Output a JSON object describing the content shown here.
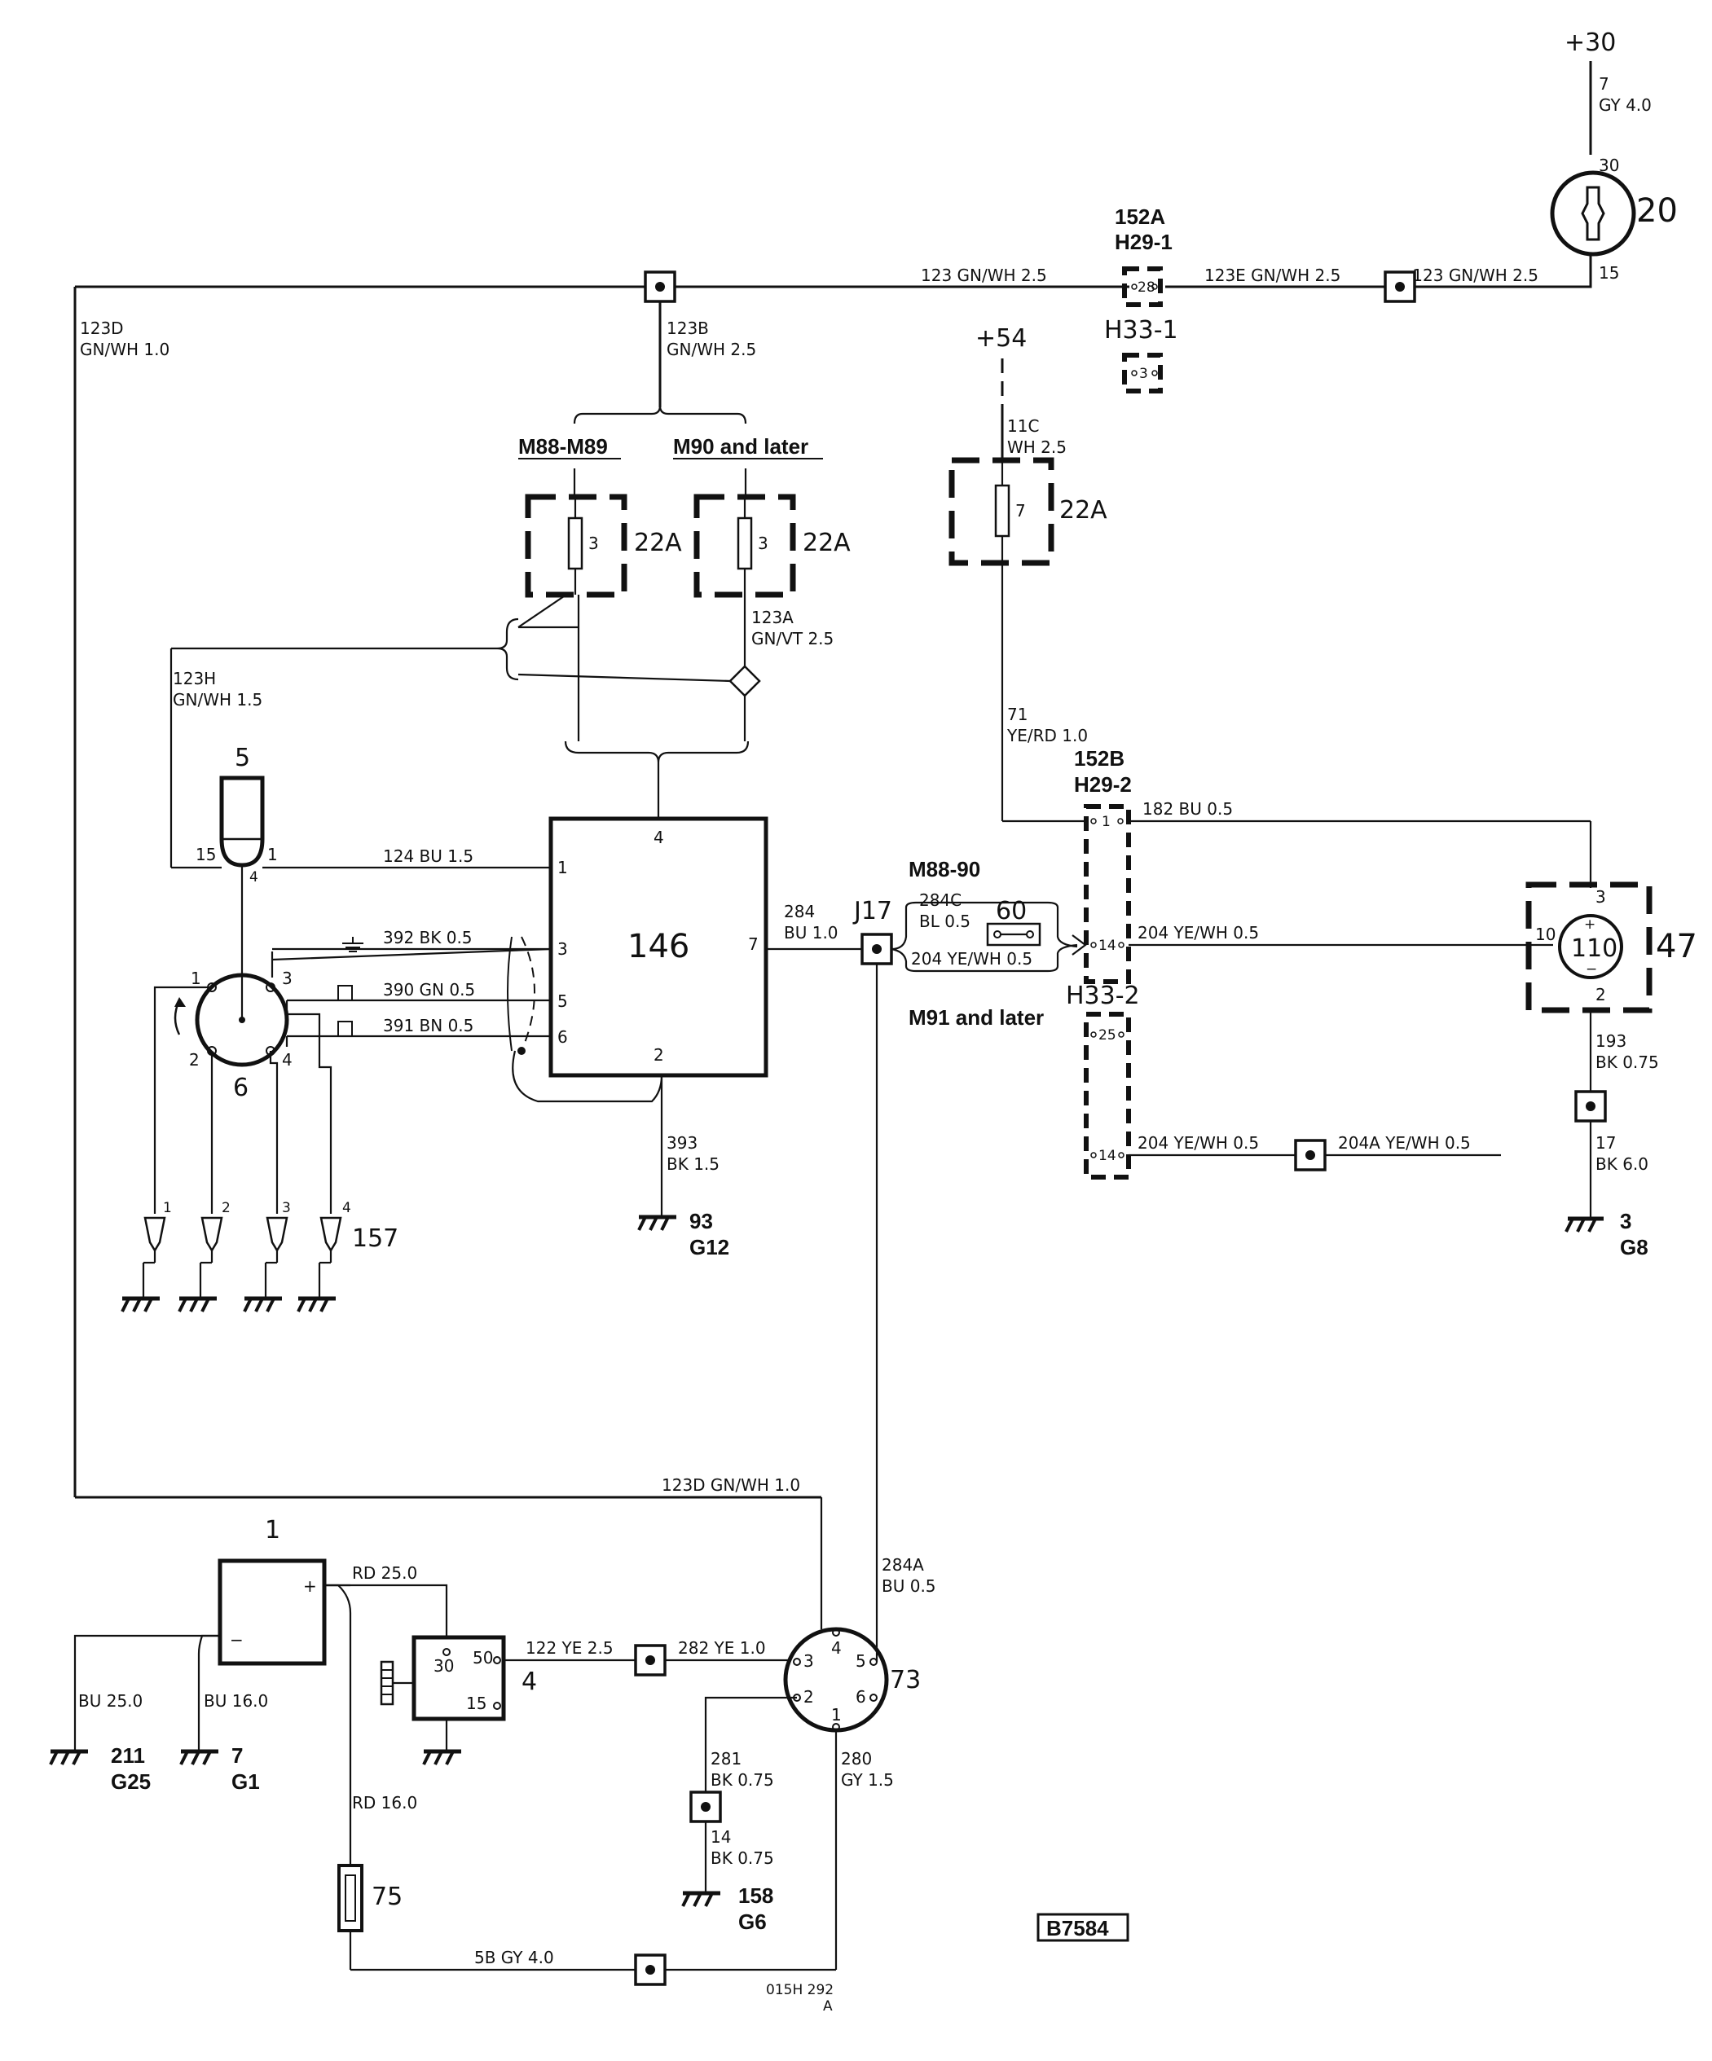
{
  "power": {
    "plus30": "+30",
    "plus54": "+54"
  },
  "components": {
    "ignition_switch": {
      "id": "20",
      "pin_in": "30",
      "pin_out": "15"
    },
    "connector_152a": {
      "id": "152A",
      "sub": "H29-1",
      "pin": "28"
    },
    "connector_h33_1": {
      "id": "H33-1",
      "pin": "3"
    },
    "connector_152b": {
      "id": "152B",
      "sub": "H29-2",
      "pin1": "1",
      "pin14": "14",
      "pin25": "25",
      "pin14b": "14"
    },
    "connector_h33_2": {
      "id": "H33-2"
    },
    "fuse_22a_left": {
      "id": "22A",
      "pin": "3",
      "variant": "M88-M89"
    },
    "fuse_22a_mid": {
      "id": "22A",
      "pin": "3",
      "variant": "M90 and later"
    },
    "fuse_22a_right": {
      "id": "22A",
      "pin": "7"
    },
    "ecu_146": {
      "id": "146",
      "p1": "1",
      "p2": "2",
      "p3": "3",
      "p4": "4",
      "p5": "5",
      "p6": "6",
      "p7": "7"
    },
    "coil_5": {
      "id": "5",
      "p15": "15",
      "p1": "1",
      "p4": "4"
    },
    "distributor_6": {
      "id": "6",
      "p1": "1",
      "p2": "2",
      "p3": "3",
      "p4": "4"
    },
    "spark_plugs_157": {
      "id": "157",
      "p1": "1",
      "p2": "2",
      "p3": "3",
      "p4": "4"
    },
    "splice_j17": {
      "id": "J17"
    },
    "resistor_60": {
      "id": "60",
      "variant_old": "M88-90",
      "variant_new": "M91 and later"
    },
    "tach_47": {
      "id": "47",
      "inner": "110",
      "p3": "3",
      "p10": "10",
      "p2": "2",
      "plus": "+",
      "minus": "−"
    },
    "battery_1": {
      "id": "1",
      "plus": "+",
      "minus": "−"
    },
    "starter_4": {
      "id": "4",
      "p30": "30",
      "p50": "50",
      "p15": "15"
    },
    "connector_73": {
      "id": "73",
      "p1": "1",
      "p2": "2",
      "p3": "3",
      "p4": "4",
      "p5": "5",
      "p6": "6"
    },
    "fuse_75": {
      "id": "75"
    }
  },
  "grounds": {
    "g12": {
      "num": "93",
      "name": "G12"
    },
    "g8": {
      "num": "3",
      "name": "G8"
    },
    "g25": {
      "num": "211",
      "name": "G25"
    },
    "g1": {
      "num": "7",
      "name": "G1"
    },
    "g6": {
      "num": "158",
      "name": "G6"
    }
  },
  "wires": {
    "w7": {
      "num": "7",
      "spec": "GY 4.0"
    },
    "w123_top": "123 GN/WH 2.5",
    "w123e": "123E GN/WH 2.5",
    "w123_right": "123 GN/WH 2.5",
    "w123d_top": {
      "num": "123D",
      "spec": "GN/WH 1.0"
    },
    "w123b": {
      "num": "123B",
      "spec": "GN/WH 2.5"
    },
    "w11c": {
      "num": "11C",
      "spec": "WH 2.5"
    },
    "w123a": {
      "num": "123A",
      "spec": "GN/VT 2.5"
    },
    "w123h": {
      "num": "123H",
      "spec": "GN/WH 1.5"
    },
    "w71": {
      "num": "71",
      "spec": "YE/RD 1.0"
    },
    "w124": "124 BU 1.5",
    "w392": "392 BK 0.5",
    "w390": "390 GN 0.5",
    "w391": "391 BN 0.5",
    "w284": {
      "num": "284",
      "spec": "BU 1.0"
    },
    "w284c": {
      "num": "284C",
      "spec": "BL 0.5"
    },
    "w204_alt": "204 YE/WH 0.5",
    "w182": "182 BU 0.5",
    "w204_main": "204 YE/WH 0.5",
    "w204_lower": "204 YE/WH 0.5",
    "w204a": "204A YE/WH 0.5",
    "w393": {
      "num": "393",
      "spec": "BK 1.5"
    },
    "w193": {
      "num": "193",
      "spec": "BK 0.75"
    },
    "w17": {
      "num": "17",
      "spec": "BK 6.0"
    },
    "w123d_bottom": "123D GN/WH 1.0",
    "w284a": {
      "num": "284A",
      "spec": "BU 0.5"
    },
    "wrd25": "RD 25.0",
    "wbu25": "BU 25.0",
    "wbu16": "BU 16.0",
    "wrd16": "RD 16.0",
    "w122": "122 YE 2.5",
    "w282": "282 YE 1.0",
    "w281": {
      "num": "281",
      "spec": "BK 0.75"
    },
    "w14": {
      "num": "14",
      "spec": "BK 0.75"
    },
    "w280": {
      "num": "280",
      "spec": "GY 1.5"
    },
    "w5b": "5B GY 4.0"
  },
  "footer": {
    "diagram_id": "B7584",
    "code": "015H 292",
    "rev": "A"
  }
}
